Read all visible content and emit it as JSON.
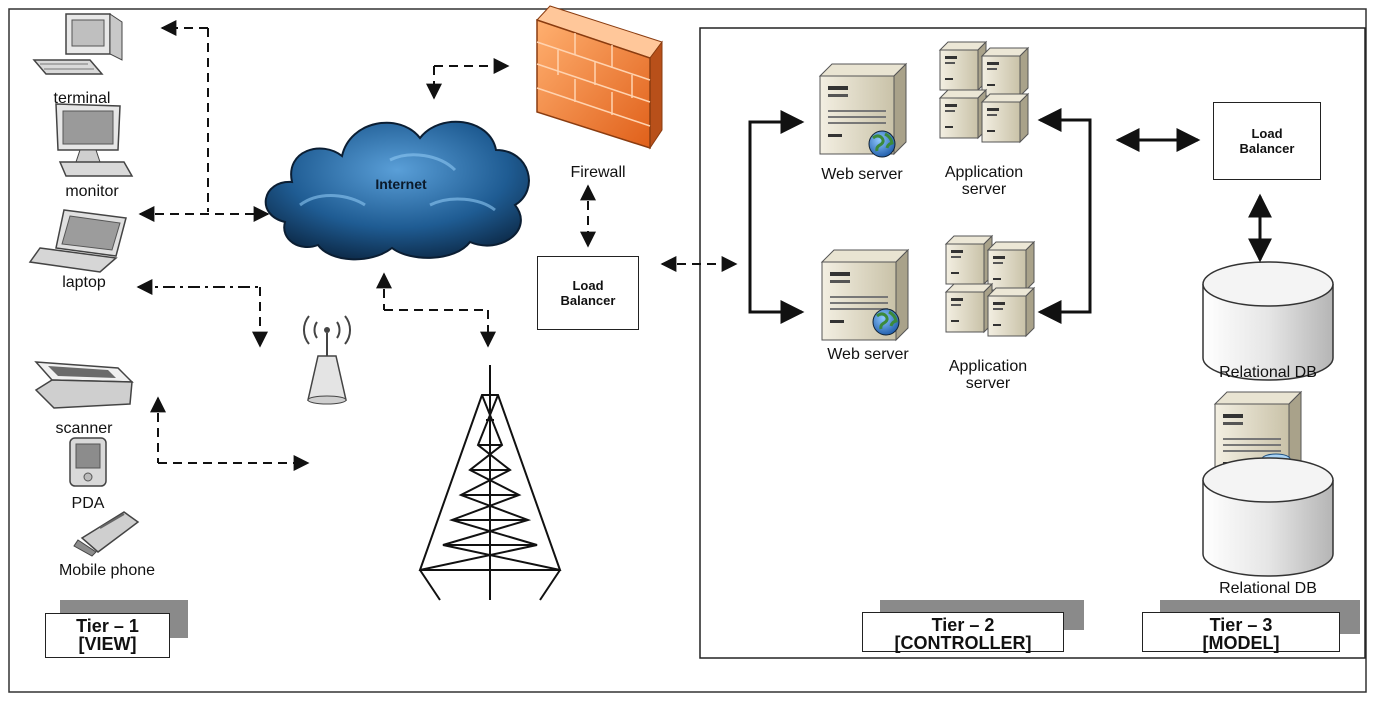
{
  "devices": {
    "terminal": "terminal",
    "monitor": "monitor",
    "laptop": "laptop",
    "scanner": "scanner",
    "pda": "PDA",
    "mobile_phone": "Mobile phone"
  },
  "network": {
    "internet": "Internet",
    "firewall": "Firewall"
  },
  "load_balancer_main": {
    "line1": "Load",
    "line2": "Balancer"
  },
  "load_balancer_model": {
    "line1": "Load",
    "line2": "Balancer"
  },
  "servers": {
    "web_server_top": "Web server",
    "app_server_top": {
      "line1": "Application",
      "line2": "server"
    },
    "web_server_bottom": "Web server",
    "app_server_bottom": {
      "line1": "Application",
      "line2": "server"
    }
  },
  "databases": {
    "db_top": "Relational DB",
    "db_bottom": "Relational DB"
  },
  "tiers": {
    "tier1": {
      "line1": "Tier – 1",
      "line2": "[VIEW]"
    },
    "tier2": {
      "line1": "Tier – 2",
      "line2": "[CONTROLLER]"
    },
    "tier3": {
      "line1": "Tier – 3",
      "line2": "[MODEL]"
    }
  },
  "colors": {
    "firewall": "#f07a2a",
    "cloud": "#2b6fa8",
    "server": "#ddd7c3",
    "globe": "#2f7ad0",
    "db_cylinder": "#e8e8e8",
    "tier_shadow": "#8a8a8a"
  }
}
